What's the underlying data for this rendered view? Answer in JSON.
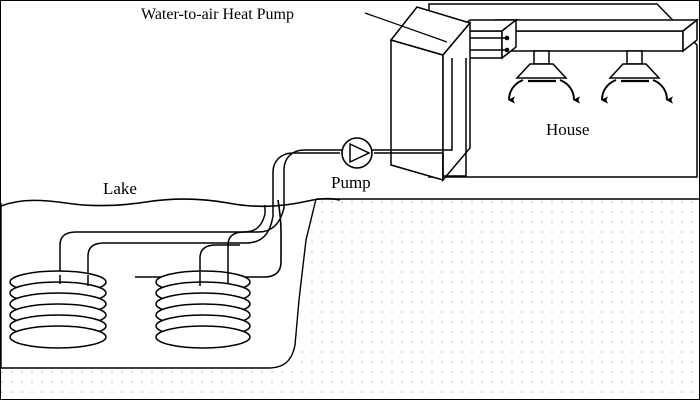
{
  "diagram": {
    "title_label": "Water-to-air Heat Pump",
    "labels": {
      "heat_pump": "Water-to-air Heat Pump",
      "house": "House",
      "pump": "Pump",
      "lake": "Lake"
    },
    "colors": {
      "stroke": "#000000",
      "background": "#ffffff",
      "soil_dots": "#b9b9b9",
      "border": "#000000"
    },
    "components": [
      {
        "name": "water-to-air-heat-pump",
        "label": "Water-to-air Heat Pump"
      },
      {
        "name": "house",
        "label": "House"
      },
      {
        "name": "circulating-pump",
        "label": "Pump"
      },
      {
        "name": "lake",
        "label": "Lake"
      },
      {
        "name": "ground-soil",
        "label": ""
      },
      {
        "name": "heat-exchanger-coil-left",
        "label": ""
      },
      {
        "name": "heat-exchanger-coil-right",
        "label": ""
      },
      {
        "name": "supply-duct",
        "label": ""
      },
      {
        "name": "ceiling-diffuser-left",
        "label": ""
      },
      {
        "name": "ceiling-diffuser-right",
        "label": ""
      }
    ],
    "coil_loops": 6,
    "diffuser_count": 2,
    "airflow_arrows": 4,
    "duct_flow_arrows": 2
  }
}
